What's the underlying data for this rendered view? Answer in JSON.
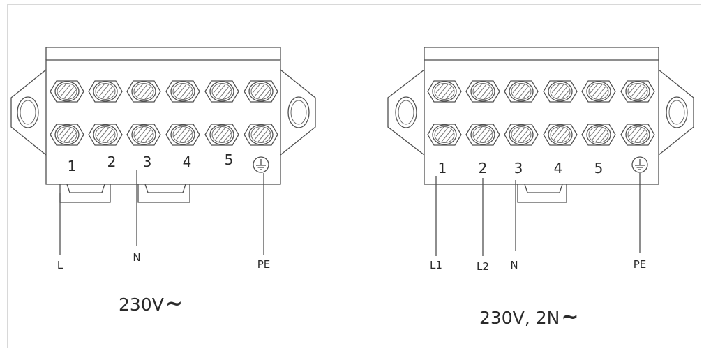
{
  "diagrams": [
    {
      "id": "left",
      "terminals": [
        "1",
        "2",
        "3",
        "4",
        "5"
      ],
      "wires": [
        "L",
        "N",
        "PE"
      ],
      "voltage": "230V",
      "voltage_symbol": "~"
    },
    {
      "id": "right",
      "terminals": [
        "1",
        "2",
        "3",
        "4",
        "5"
      ],
      "wires": [
        "L1",
        "L2",
        "N",
        "PE"
      ],
      "voltage": "230V, 2N",
      "voltage_symbol": "~"
    }
  ],
  "icons": {
    "ground": "ground-symbol-icon",
    "screw": "screw-terminal-icon",
    "mount_hole": "mounting-hole-icon"
  },
  "colors": {
    "line": "#505050",
    "text": "#2a2a2a",
    "frame": "#d8d8d8"
  }
}
